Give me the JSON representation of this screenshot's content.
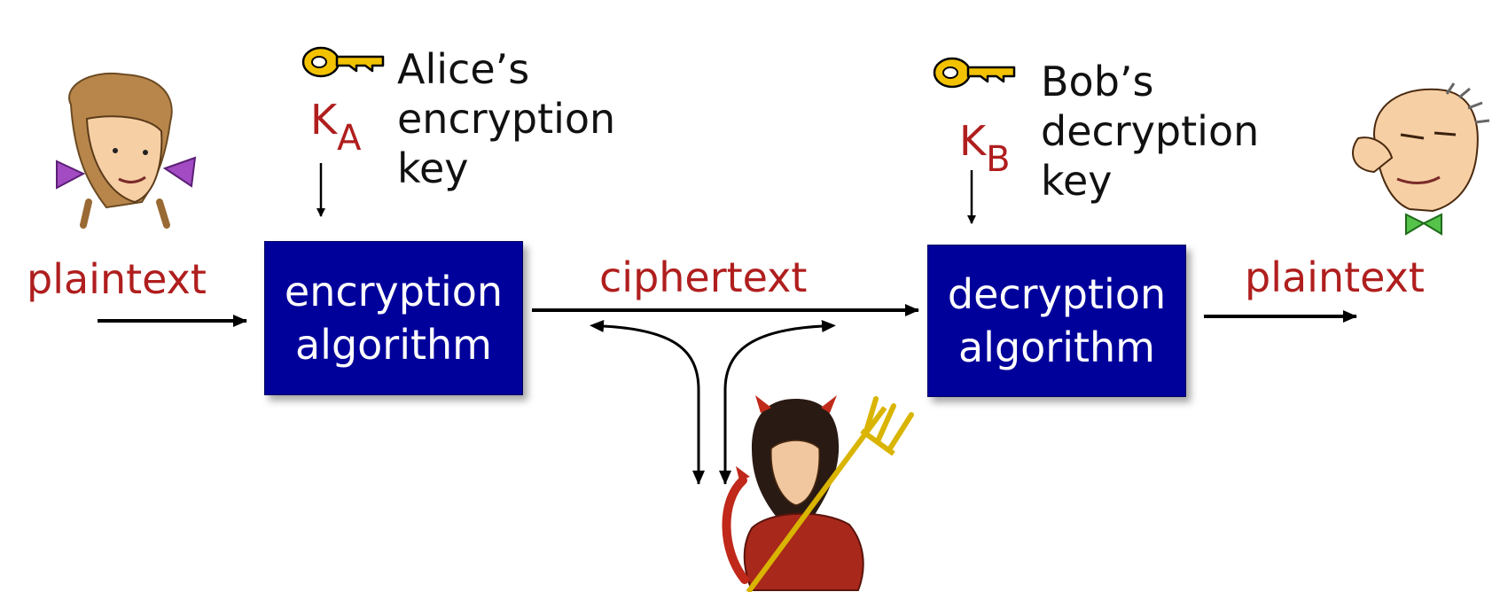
{
  "left": {
    "plaintext_label": "plaintext",
    "key_symbol": "K",
    "key_subscript": "A",
    "key_desc_line1": "Alice’s",
    "key_desc_line2": "encryption",
    "key_desc_line3": "key",
    "box_line1": "encryption",
    "box_line2": "algorithm"
  },
  "channel": {
    "label": "ciphertext"
  },
  "right": {
    "plaintext_label": "plaintext",
    "key_symbol": "K",
    "key_subscript": "B",
    "key_desc_line1": "Bob’s",
    "key_desc_line2": "decryption",
    "key_desc_line3": "key",
    "box_line1": "decryption",
    "box_line2": "algorithm"
  },
  "colors": {
    "box_fill": "#00009b",
    "label_red": "#b01e1e",
    "key_gold": "#f2c200"
  },
  "icons": {
    "alice": "alice-cartoon-icon",
    "bob": "bob-cartoon-icon",
    "trudy": "trudy-devil-icon",
    "key": "key-icon"
  }
}
